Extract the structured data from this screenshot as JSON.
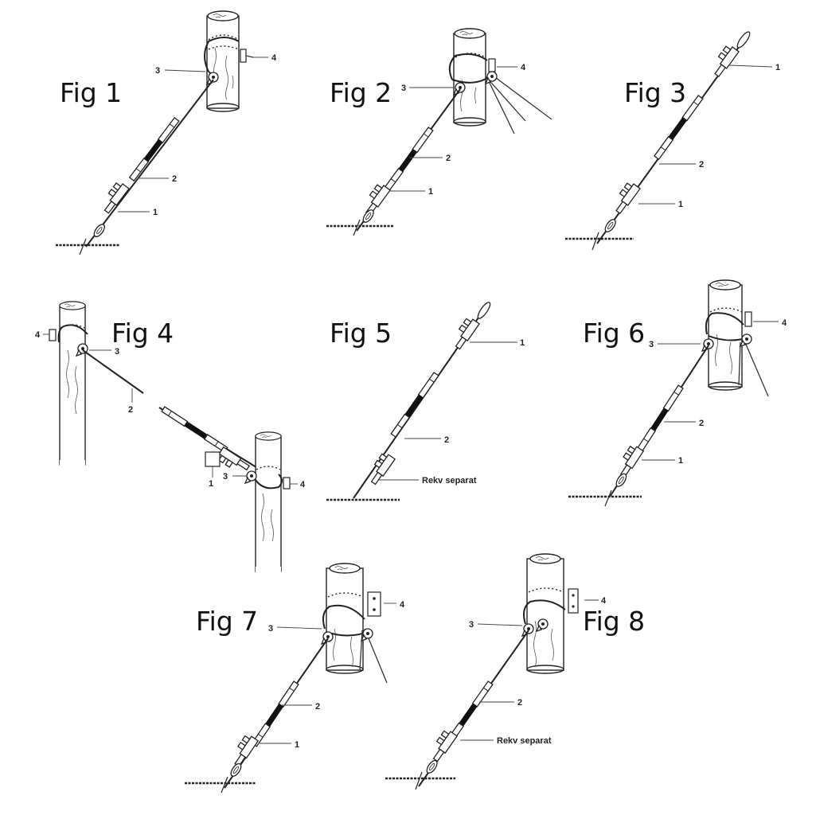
{
  "figures": [
    {
      "id": "fig1",
      "title": "Fig 1",
      "labels": {
        "top": "3",
        "bracket": "4",
        "middle": "2",
        "bottom": "1"
      }
    },
    {
      "id": "fig2",
      "title": "Fig 2",
      "labels": {
        "top": "3",
        "bracket": "4",
        "middle": "2",
        "bottom": "1"
      }
    },
    {
      "id": "fig3",
      "title": "Fig 3",
      "labels": {
        "top": "1",
        "middle": "2",
        "bottom": "1"
      }
    },
    {
      "id": "fig4",
      "title": "Fig 4",
      "labels": {
        "left_bracket": "4",
        "left_clamp": "3",
        "cable": "2",
        "unit": "1",
        "right_clamp": "3",
        "right_bracket": "4"
      }
    },
    {
      "id": "fig5",
      "title": "Fig 5",
      "labels": {
        "top": "1",
        "middle": "2",
        "bottom": "Rekv separat"
      }
    },
    {
      "id": "fig6",
      "title": "Fig 6",
      "labels": {
        "top": "3",
        "bracket": "4",
        "middle": "2",
        "bottom": "1"
      }
    },
    {
      "id": "fig7",
      "title": "Fig 7",
      "labels": {
        "top": "3",
        "bracket": "4",
        "middle": "2",
        "bottom": "1"
      }
    },
    {
      "id": "fig8",
      "title": "Fig 8",
      "labels": {
        "top": "3",
        "bracket": "4",
        "middle": "2",
        "bottom": "Rekv separat"
      }
    }
  ]
}
